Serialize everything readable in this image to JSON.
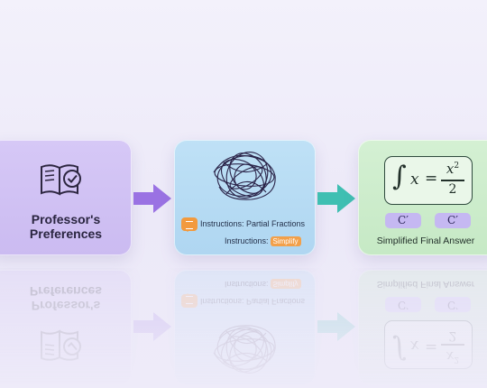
{
  "prefs_card": {
    "title_line1": "Professor's",
    "title_line2": "Preferences",
    "icon": "open-book-checkmark-icon"
  },
  "process_card": {
    "icon": "tangled-scribble-icon",
    "chat_icon": "chat-bubble-icon",
    "instruction1": "Instructions: Partial Fractions",
    "instruction2_prefix": "Instructions:",
    "instruction2_tag": "Simplify"
  },
  "answer_card": {
    "formula": {
      "integral": "∫",
      "variable": "x",
      "equals": "=",
      "numerator": "x",
      "exponent": "2",
      "denominator": "2"
    },
    "pill1": "C′",
    "pill2": "C′",
    "label": "Simplified Final Answer"
  },
  "colors": {
    "prefs_card": "#d3c4f5",
    "process_card": "#b9ddf4",
    "answer_card": "#cfeecf",
    "arrow_purple": "#9a72e3",
    "arrow_teal": "#3fbfb2",
    "accent_orange": "#f2a04a"
  }
}
